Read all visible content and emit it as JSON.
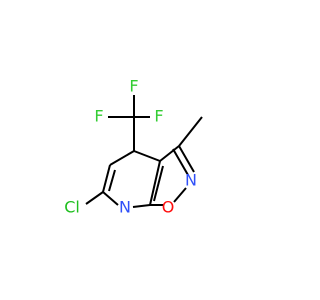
{
  "molecule": {
    "atoms": {
      "f_top": "F",
      "f_left": "F",
      "f_right": "F",
      "cl": "Cl",
      "n_pyridine": "N",
      "n_isoxazole": "N",
      "o_isoxazole": "O"
    },
    "colors": {
      "bond": "#000000",
      "fluorine": "#33cc33",
      "chlorine": "#1fbf1f",
      "nitrogen": "#3050f8",
      "oxygen": "#ff0d0d"
    }
  }
}
